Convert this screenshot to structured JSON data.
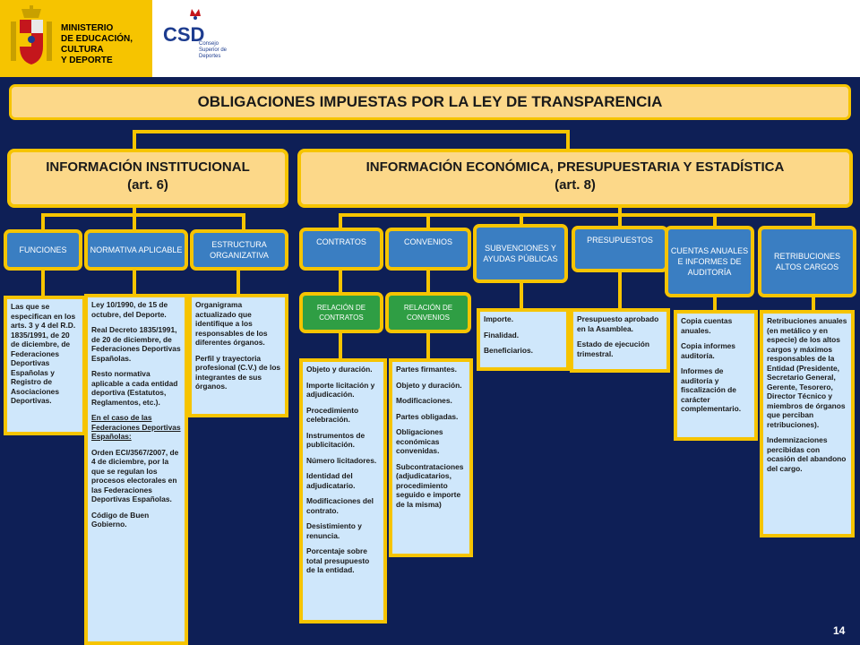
{
  "header": {
    "ministry_lines": [
      "MINISTERIO",
      "DE EDUCACIÓN, CULTURA",
      "Y DEPORTE"
    ],
    "csd_mark": "CSD",
    "csd_lines": [
      "Consejo",
      "Superior de",
      "Deportes"
    ]
  },
  "title": "OBLIGACIONES IMPUESTAS POR LA LEY DE TRANSPARENCIA",
  "institucional": {
    "title": "INFORMACIÓN INSTITUCIONAL",
    "article": "(art. 6)"
  },
  "economica": {
    "title": "INFORMACIÓN ECONÓMICA, PRESUPUESTARIA Y ESTADÍSTICA",
    "article": "(art. 8)"
  },
  "categories": {
    "funciones": "FUNCIONES",
    "normativa": "NORMATIVA APLICABLE",
    "estructura": "ESTRUCTURA ORGANIZATIVA",
    "contratos": "CONTRATOS",
    "convenios": "CONVENIOS",
    "subvenciones": "SUBVENCIONES Y AYUDAS PÚBLICAS",
    "presupuestos": "PRESUPUESTOS",
    "cuentas": "CUENTAS ANUALES E INFORMES DE AUDITORÍA",
    "retribuciones": "RETRIBUCIONES ALTOS CARGOS"
  },
  "relaciones": {
    "contratos": "RELACIÓN DE CONTRATOS",
    "convenios": "RELACIÓN DE CONVENIOS"
  },
  "details": {
    "funciones": [
      "Las que se especifican en los arts. 3 y 4 del R.D. 1835/1991, de 20 de diciembre, de Federaciones Deportivas Españolas y Registro de Asociaciones Deportivas."
    ],
    "normativa": [
      "Ley 10/1990, de 15 de octubre, del Deporte.",
      "Real Decreto 1835/1991, de 20 de diciembre, de Federaciones Deportivas Españolas.",
      "Resto normativa aplicable a cada entidad deportiva (Estatutos, Reglamentos, etc.).",
      "En el caso de las Federaciones Deportivas Españolas:",
      "Orden ECI/3567/2007, de 4 de diciembre, por la que se regulan los procesos electorales en las Federaciones Deportivas Españolas.",
      "Código de Buen Gobierno."
    ],
    "estructura": [
      "Organigrama actualizado que identifique a los responsables de los diferentes órganos.",
      "Perfil y trayectoria profesional (C.V.) de los integrantes de sus órganos."
    ],
    "contratos": [
      "Objeto y duración.",
      "Importe licitación y adjudicación.",
      "Procedimiento celebración.",
      "Instrumentos de publicitación.",
      "Número licitadores.",
      "Identidad del adjudicatario.",
      "Modificaciones del contrato.",
      "Desistimiento y renuncia.",
      "Porcentaje sobre total presupuesto de la entidad."
    ],
    "convenios": [
      "Partes firmantes.",
      "Objeto y duración.",
      "Modificaciones.",
      "Partes obligadas.",
      "Obligaciones económicas convenidas.",
      "Subcontrataciones (adjudicatarios, procedimiento seguido e importe de la misma)"
    ],
    "subvenciones": [
      "Importe.",
      "Finalidad.",
      "Beneficiarios."
    ],
    "presupuestos": [
      "Presupuesto aprobado en la Asamblea.",
      "Estado de ejecución trimestral."
    ],
    "cuentas": [
      "Copia cuentas anuales.",
      "Copia informes auditoría.",
      "Informes de auditoría y fiscalización de carácter complementario."
    ],
    "retribuciones": [
      "Retribuciones anuales (en metálico y en especie) de los altos cargos y máximos responsables de la Entidad (Presidente, Secretario General, Gerente, Tesorero, Director Técnico y miembros de órganos que perciban retribuciones).",
      "Indemnizaciones percibidas con ocasión del abandono del cargo."
    ]
  },
  "page_number": "14",
  "colors": {
    "background": "#0e1f56",
    "border": "#f6c400",
    "header_box": "#fcd889",
    "category": "#3a7ec2",
    "relacion": "#2f9e44",
    "detail": "#cfe7fb"
  }
}
